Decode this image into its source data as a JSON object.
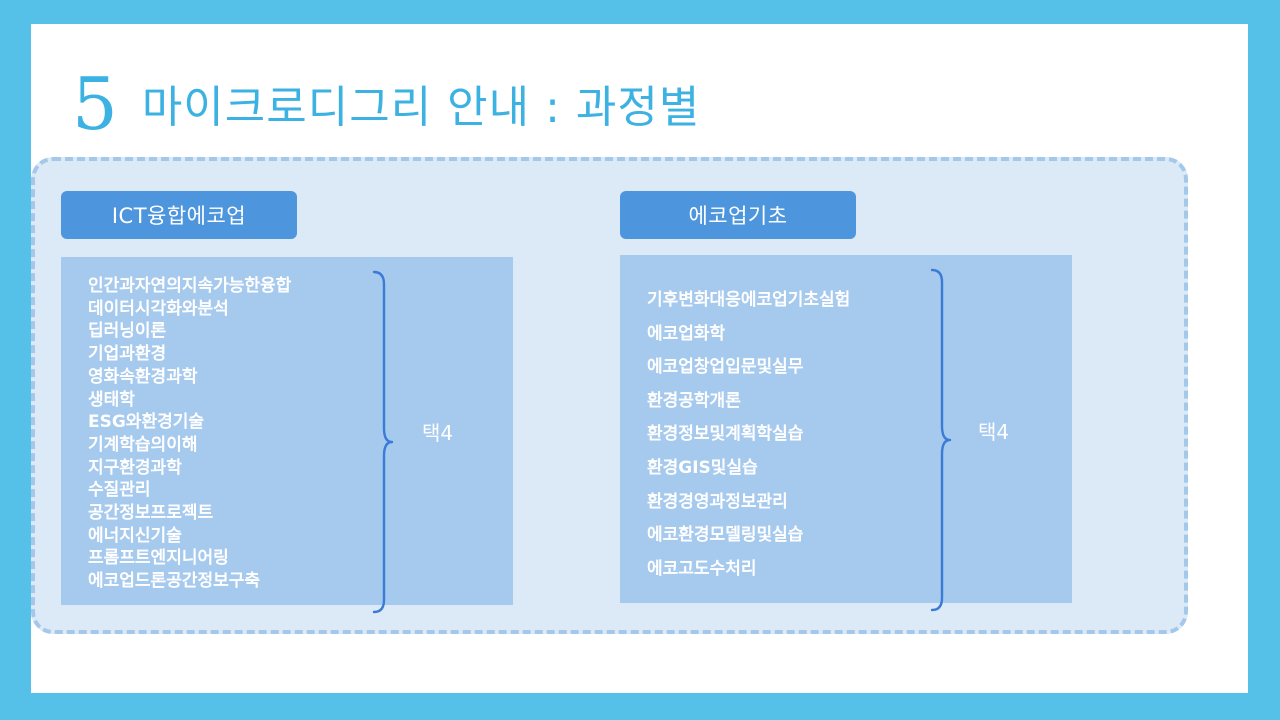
{
  "slide": {
    "number": "5",
    "title": "마이크로디그리 안내 : 과정별"
  },
  "courses": {
    "left": {
      "header": "ICT융합에코업",
      "items": [
        "인간과자연의지속가능한융합",
        "데이터시각화와분석",
        "딥러닝이론",
        "기업과환경",
        "영화속환경과학",
        "생태학",
        "ESG와환경기술",
        "기계학습의이해",
        "지구환경과학",
        "수질관리",
        "공간정보프로젝트",
        "에너지신기술",
        "프롬프트엔지니어링",
        "에코업드론공간정보구축"
      ],
      "choice": "택4"
    },
    "right": {
      "header": "에코업기초",
      "items": [
        "기후변화대응에코업기초실험",
        "에코업화학",
        "에코업창업입문및실무",
        "환경공학개론",
        "환경정보및계획학실습",
        "환경GIS및실습",
        "환경경영과정보관리",
        "에코환경모델링및실습",
        "에코고도수처리"
      ],
      "choice": "택4"
    }
  },
  "colors": {
    "frame": "#55c1e9",
    "title": "#3cb2e2",
    "header_button": "#4d96de",
    "list_box": "#a6c9ee",
    "panel": "#dce9f6",
    "panel_border": "#a3c8ea",
    "brace": "#3a7bd5"
  }
}
